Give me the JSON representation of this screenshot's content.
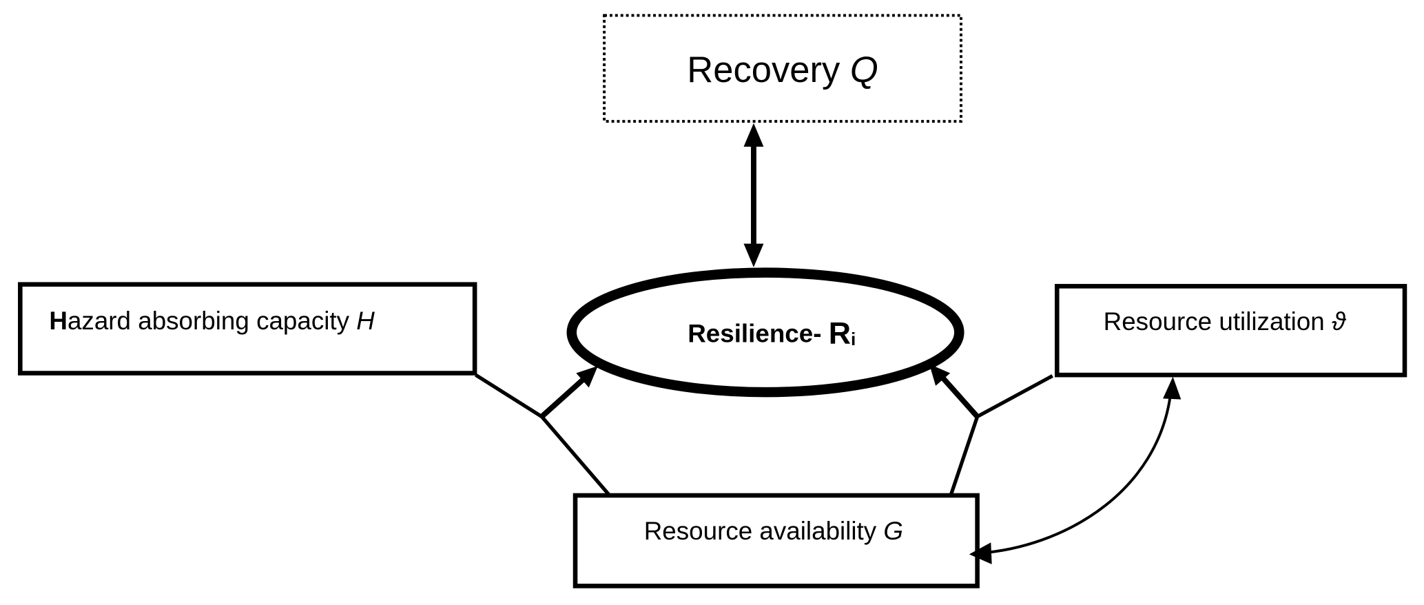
{
  "diagram": {
    "nodes": {
      "recovery": {
        "text": "Recovery ",
        "var": "Q",
        "style": "dotted"
      },
      "resilience": {
        "text": "Resilience- ",
        "var": "R",
        "sub": "i"
      },
      "hazard": {
        "bold_initial": "H",
        "text": "azard absorbing capacity ",
        "var": "H"
      },
      "utilization": {
        "text": "Resource utilization ",
        "var": "ϑ"
      },
      "availability": {
        "text": "Resource availability ",
        "var": "G"
      }
    },
    "edges": [
      {
        "from": "recovery",
        "to": "resilience",
        "type": "bidirectional"
      },
      {
        "from": [
          "hazard",
          "availability"
        ],
        "to": "resilience",
        "type": "joint-arrow"
      },
      {
        "from": [
          "utilization",
          "availability"
        ],
        "to": "resilience",
        "type": "joint-arrow"
      },
      {
        "from": "availability",
        "to": "utilization",
        "type": "bidirectional-curve"
      }
    ]
  }
}
